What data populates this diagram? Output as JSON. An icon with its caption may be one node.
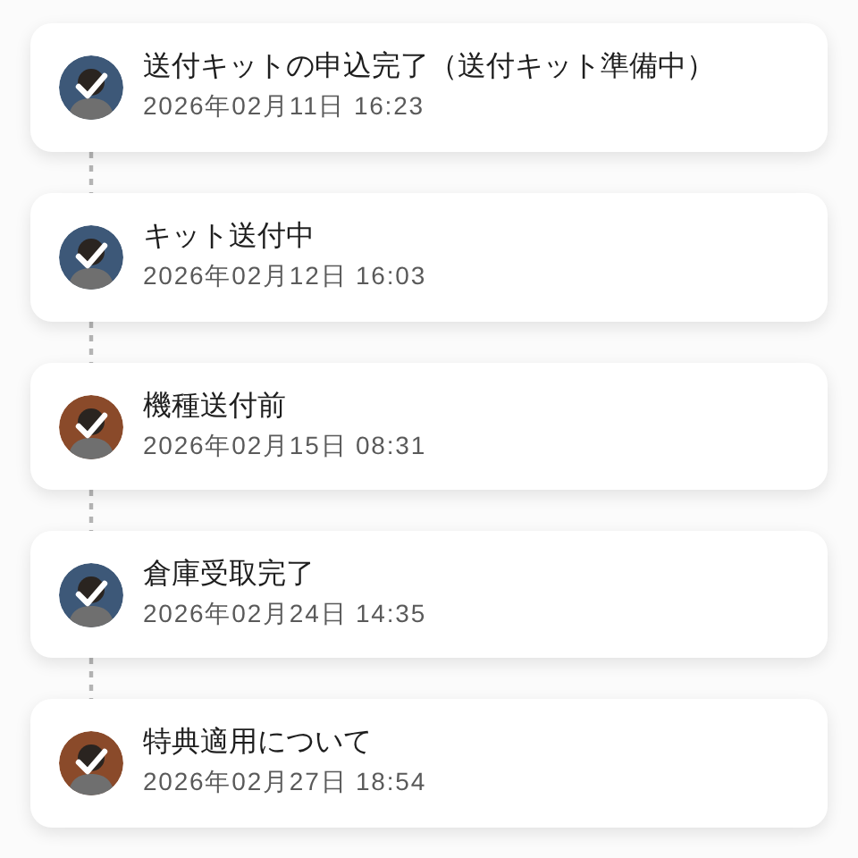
{
  "diagram": {
    "nodes": [
      {
        "text": [
          "送付キットの申込完了（送付キット準備中）",
          "2026年02月11日 16:23"
        ]
      },
      {
        "text": [
          "キット送付中",
          "2026年02月12日 16:03"
        ]
      },
      {
        "text": [
          "機種送付前",
          "2026年02月15日 08:31"
        ]
      },
      {
        "text": [
          "倉庫受取完了",
          "2026年02月24日 14:35"
        ]
      },
      {
        "text": [
          "特典適用について",
          "2026年02月27日 18:54"
        ]
      }
    ],
    "edges": [
      {
        "from": 0,
        "to": 1,
        "arrow": "none",
        "style": "dashed"
      },
      {
        "from": 1,
        "to": 2,
        "arrow": "none",
        "style": "dashed"
      },
      {
        "from": 2,
        "to": 3,
        "arrow": "none",
        "style": "dashed"
      },
      {
        "from": 3,
        "to": 4,
        "arrow": "none",
        "style": "dashed"
      }
    ]
  }
}
